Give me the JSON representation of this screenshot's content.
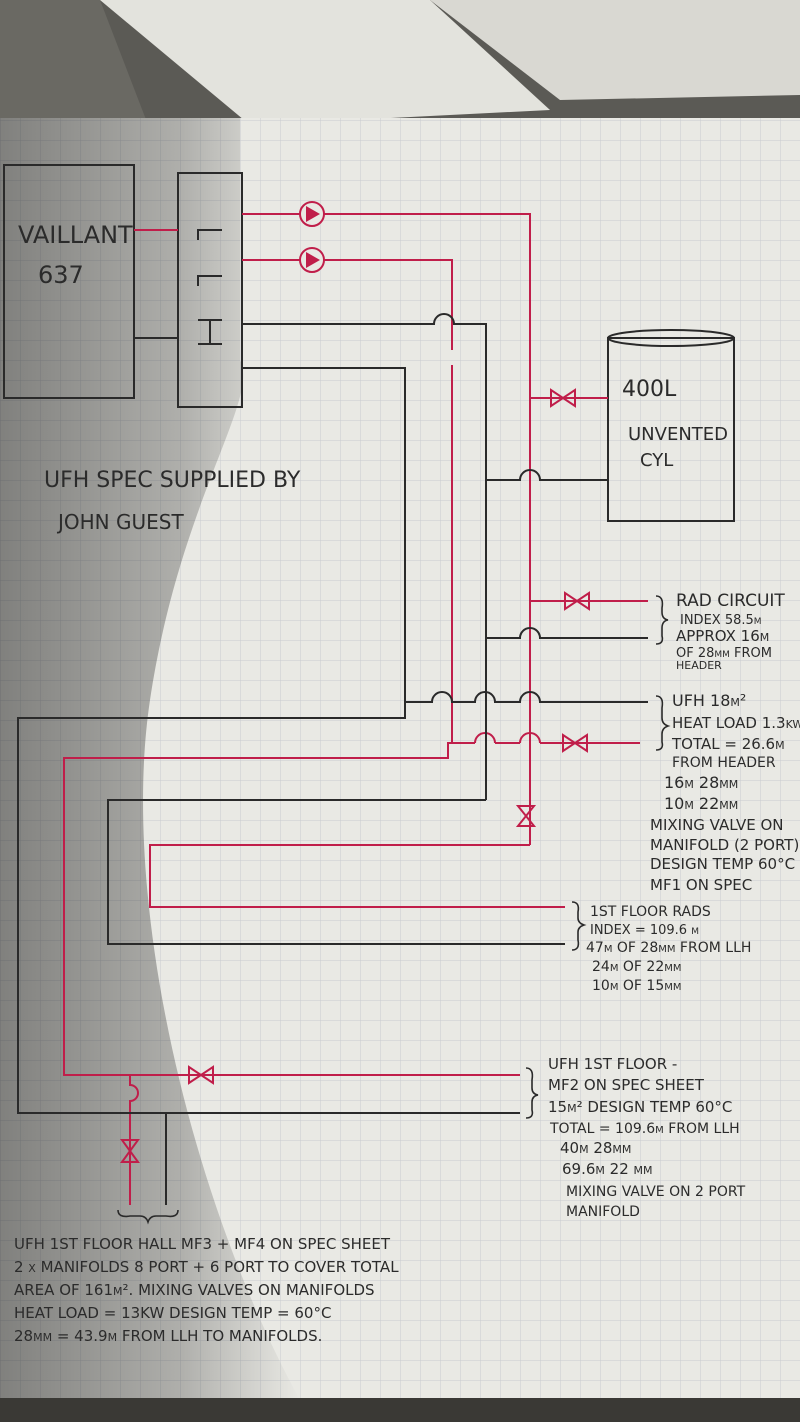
{
  "boiler": {
    "line1": "VAILLANT",
    "line2": "637"
  },
  "cylinder": {
    "line1": "400L",
    "line2": "UNVENTED",
    "line3": "CYL"
  },
  "spec_note": {
    "line1": "UFH SPEC SUPPLIED BY",
    "line2": "JOHN GUEST"
  },
  "rad_circuit": {
    "lines": [
      "RAD CIRCUIT",
      "INDEX 58.5m",
      "APPROX 16m",
      "OF 28mm FROM",
      "HEADER"
    ]
  },
  "ufh_18": {
    "lines": [
      "UFH 18m²",
      "HEAT LOAD 1.3kw",
      "TOTAL = 26.6m",
      "FROM HEADER",
      "16m 28mm",
      "10m 22mm",
      "MIXING VALVE ON",
      "MANIFOLD (2 PORT)",
      "DESIGN TEMP 60°C",
      "MF1 ON SPEC"
    ]
  },
  "first_floor_rads": {
    "lines": [
      "1ST FLOOR RADS",
      "INDEX = 109.6 m",
      "47m OF 28mm FROM LLH",
      "24m OF 22mm",
      "10m OF 15mm"
    ]
  },
  "ufh_1st_floor": {
    "lines": [
      "UFH 1ST FLOOR -",
      "MF2 ON SPEC SHEET",
      "15m² DESIGN TEMP 60°C",
      "TOTAL = 109.6m FROM LLH",
      "40m 28mm",
      "69.6m 22 mm",
      "MIXING VALVE ON 2 PORT",
      "MANIFOLD"
    ]
  },
  "hall_note": {
    "lines": [
      "UFH 1ST FLOOR HALL MF3 + MF4 ON SPEC SHEET",
      "2 x MANIFOLDS 8 PORT + 6 PORT TO COVER TOTAL",
      "AREA OF 161m². MIXING VALVES ON MANIFOLDS",
      "HEAT LOAD = 13KW DESIGN TEMP = 60°C",
      "28mm = 43.9m FROM LLH TO MANIFOLDS."
    ]
  },
  "colors": {
    "flow": "#c01e4a",
    "return": "#2a2a2a",
    "paper": "#e9e9e4",
    "grid": "#c9ccd0"
  }
}
